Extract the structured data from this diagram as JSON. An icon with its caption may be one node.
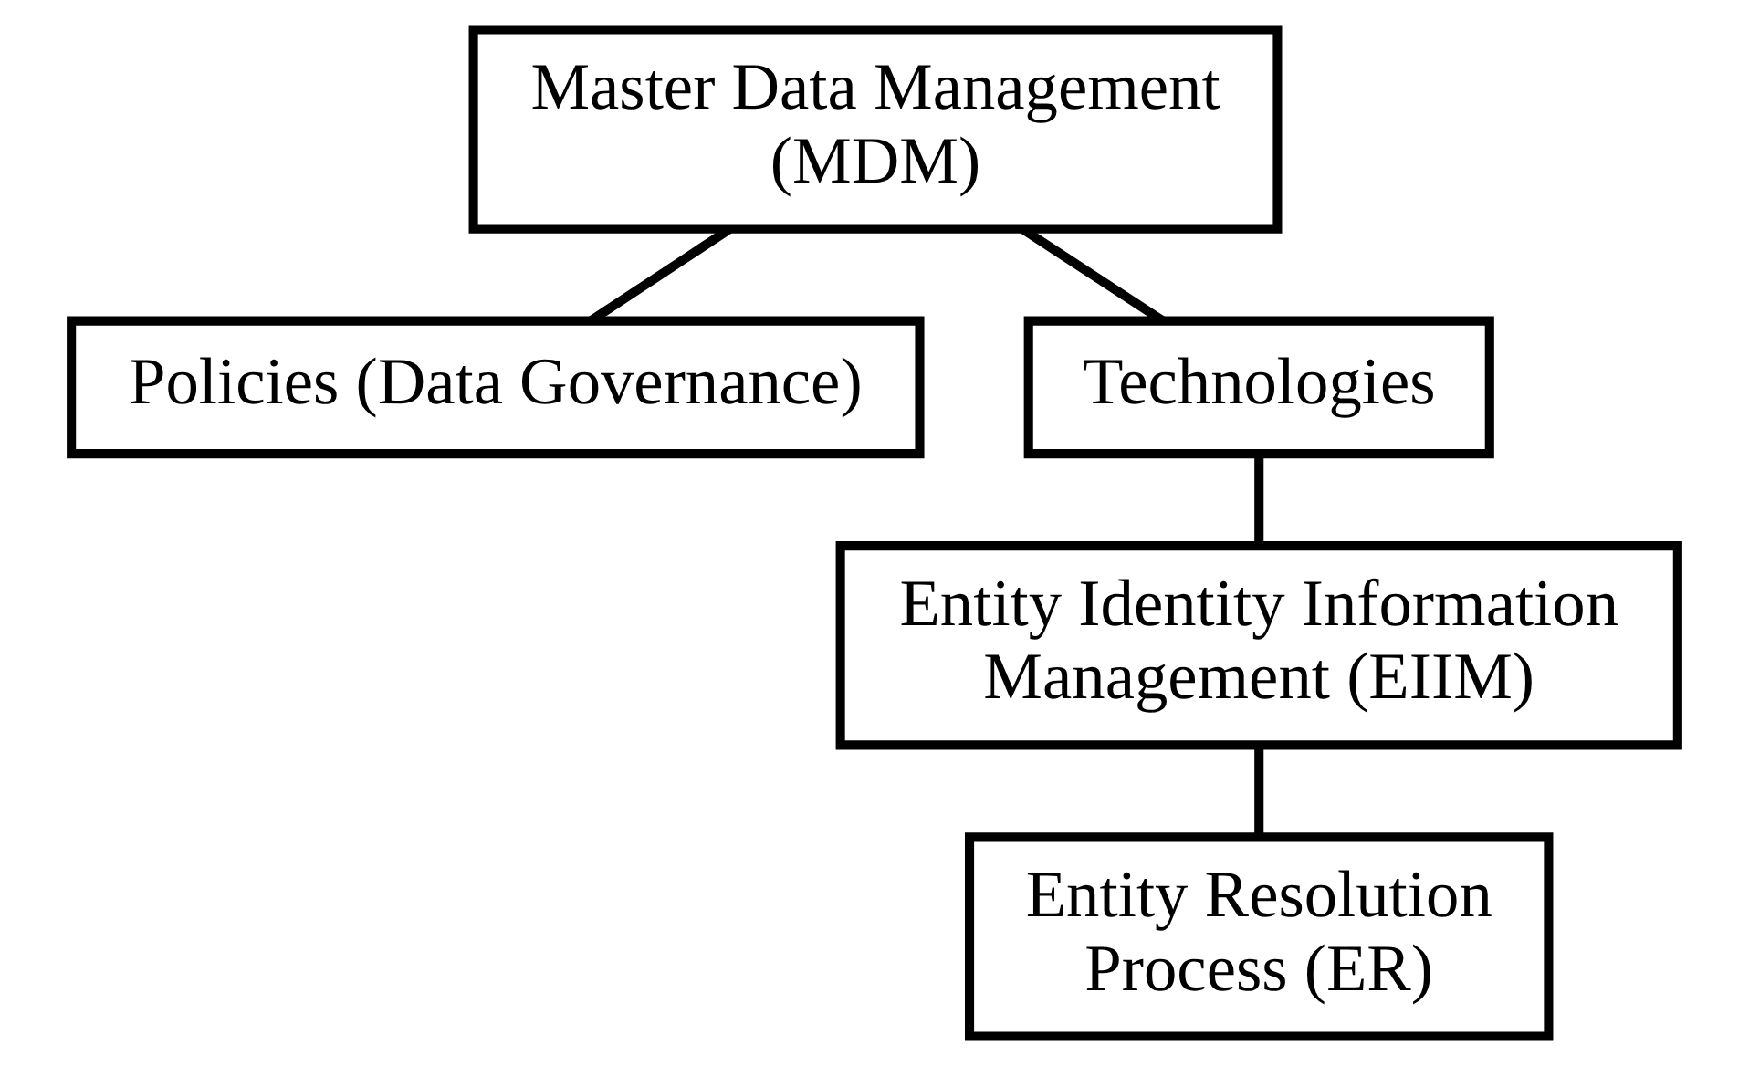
{
  "diagram": {
    "nodes": [
      {
        "text": [
          "Master Data Management (MDM)"
        ]
      },
      {
        "text": [
          "Policies (Data Governance)"
        ]
      },
      {
        "text": [
          "Technologies"
        ]
      },
      {
        "text": [
          "Entity Identity Information Management (EIIM)"
        ]
      },
      {
        "text": [
          "Entity Resolution Process (ER)"
        ]
      }
    ],
    "edges": [
      {
        "from": 0,
        "to": 1,
        "arrow": "none"
      },
      {
        "from": 0,
        "to": 2,
        "arrow": "none"
      },
      {
        "from": 2,
        "to": 3,
        "arrow": "none"
      },
      {
        "from": 3,
        "to": 4,
        "arrow": "none"
      }
    ]
  }
}
